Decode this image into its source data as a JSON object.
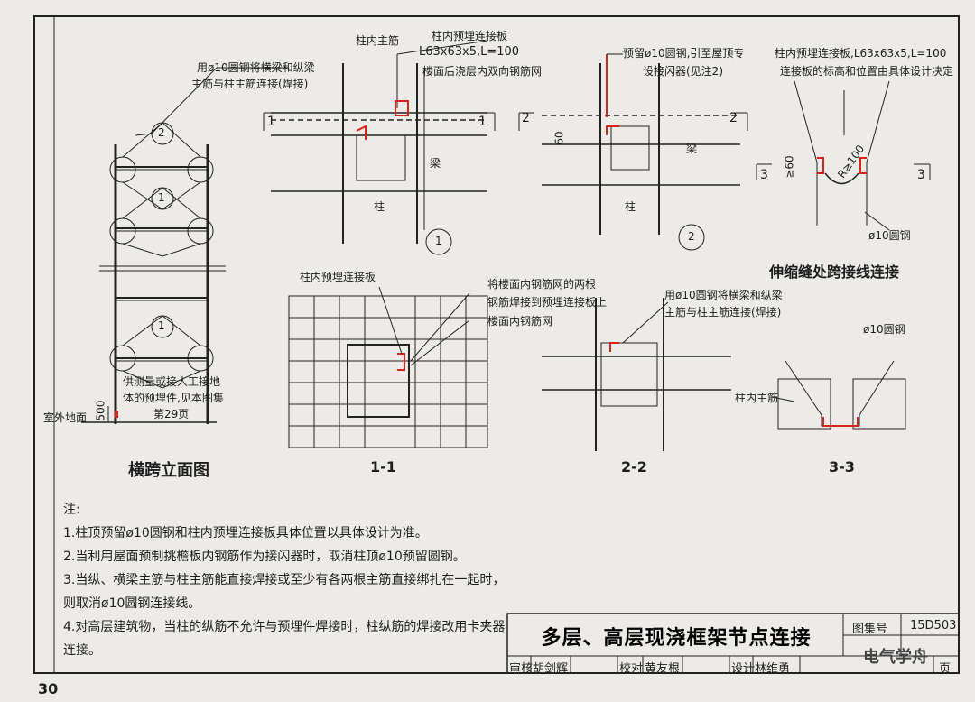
{
  "page_number": "30",
  "atlas_no": "15D503",
  "atlas_label": "图集号",
  "title": "多层、高层现浇框架节点连接",
  "signatures": {
    "review": "审核",
    "reviewer": "胡剑辉",
    "check": "校对",
    "checker": "黄友根",
    "design": "设计",
    "designer": "林维勇",
    "page_label": "页"
  },
  "watermark": "电气学舟",
  "elevation": {
    "title": "横跨立面图",
    "note_rebar": "用ø10圆钢将横梁和纵梁主筋与柱主筋连接(焊接)",
    "note_rebar_l1": "用ø10圆钢将横梁和纵梁",
    "note_rebar_l2": "主筋与柱主筋连接(焊接)",
    "note_ground_l1": "供测量或接人工接地",
    "note_ground_l2": "体的预埋件,见本图集",
    "note_ground_l3": "第29页",
    "outdoor": "室外地面",
    "dim": "500",
    "circle_1": "1",
    "circle_2": "2"
  },
  "detail1": {
    "col_main": "柱内主筋",
    "plate_title": "柱内预埋连接板",
    "plate_spec": "L63x63x5,L=100",
    "slab_note": "楼面后浇层内双向钢筋网",
    "beam": "梁",
    "column": "柱",
    "sec": "1",
    "circle": "1"
  },
  "detail2": {
    "note_l1": "预留ø10圆钢,引至屋顶专",
    "note_l2": "设接闪器(见注2)",
    "dim": "60",
    "beam": "梁",
    "column": "柱",
    "sec": "2",
    "circle": "2"
  },
  "detail3": {
    "note_l1": "柱内预埋连接板,L63x63x5,L=100",
    "note_l2": "连接板的标高和位置由具体设计决定",
    "dim60": "≥60",
    "dimR": "R≥100",
    "rod": "ø10圆钢",
    "sec": "3",
    "title": "伸缩缝处跨接线连接"
  },
  "section11": {
    "plate": "柱内预埋连接板",
    "weld_l1": "将楼面内钢筋网的两根",
    "weld_l2": "钢筋焊接到预埋连接板上",
    "mesh": "楼面内钢筋网",
    "label": "1-1"
  },
  "section22": {
    "note_l1": "用ø10圆钢将横梁和纵梁",
    "note_l2": "主筋与柱主筋连接(焊接)",
    "label": "2-2"
  },
  "section33": {
    "rod": "ø10圆钢",
    "col_main": "柱内主筋",
    "label": "3-3"
  },
  "notes": {
    "heading": "注:",
    "items": [
      "1.柱顶预留ø10圆钢和柱内预埋连接板具体位置以具体设计为准。",
      "2.当利用屋面预制挑檐板内钢筋作为接闪器时，取消柱顶ø10预留圆钢。",
      "3.当纵、横梁主筋与柱主筋能直接焊接或至少有各两根主筋直接绑扎在一起时，",
      "   则取消ø10圆钢连接线。",
      "4.对高层建筑物，当柱的纵筋不允许与预埋件焊接时，柱纵筋的焊接改用卡夹器",
      "   连接。"
    ]
  },
  "colors": {
    "red": "#d8231b",
    "ink": "#1d1d1d",
    "paper": "#ecebe8"
  }
}
